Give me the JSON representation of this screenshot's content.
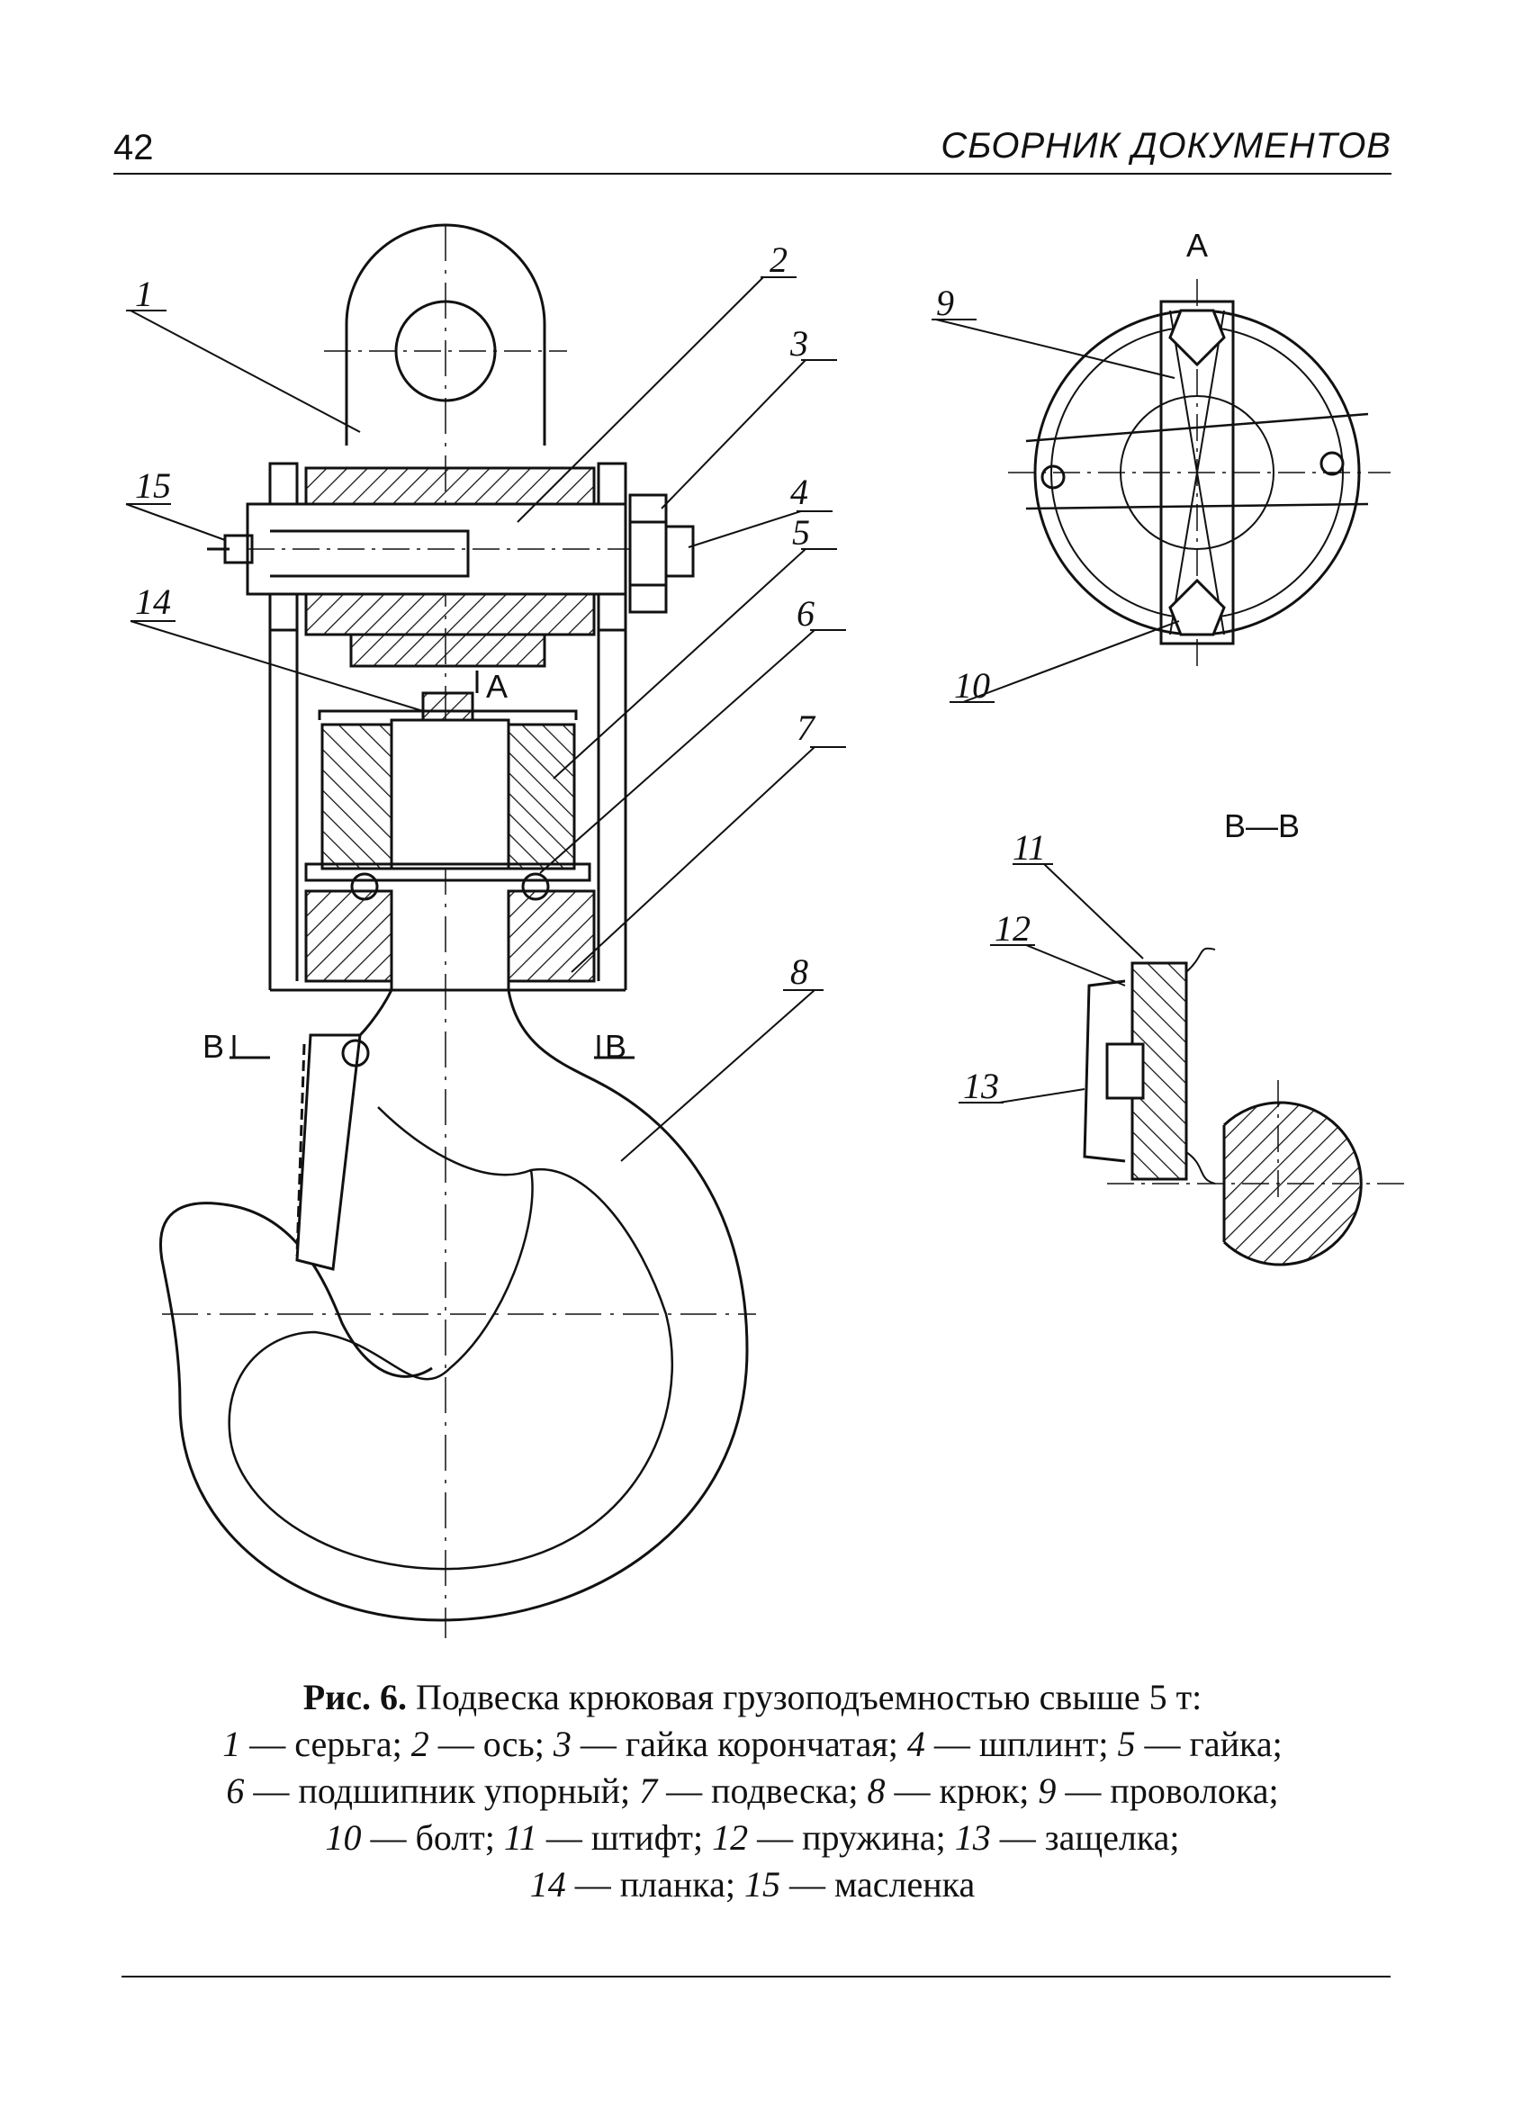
{
  "header": {
    "page_number": "42",
    "running_title": "СБОРНИК ДОКУМЕНТОВ"
  },
  "drawing": {
    "callouts": [
      "1",
      "2",
      "3",
      "4",
      "5",
      "6",
      "7",
      "8",
      "9",
      "10",
      "11",
      "12",
      "13",
      "14",
      "15"
    ],
    "view_a_label": "А",
    "view_a_marker": "А",
    "section_bb_title": "В—В",
    "section_mark_left": "В",
    "section_mark_right": "В"
  },
  "caption": {
    "label": "Рис. 6.",
    "title": " Подвеска крюковая грузоподъемностью свыше 5 т:",
    "items": [
      {
        "num": "1",
        "text": " — серьга; "
      },
      {
        "num": "2",
        "text": " — ось; "
      },
      {
        "num": "3",
        "text": " — гайка корончатая; "
      },
      {
        "num": "4",
        "text": " — шплинт; "
      },
      {
        "num": "5",
        "text": " — гайка;"
      },
      {
        "num": "6",
        "text": " — подшипник упорный; "
      },
      {
        "num": "7",
        "text": " — подвеска; "
      },
      {
        "num": "8",
        "text": " — крюк; "
      },
      {
        "num": "9",
        "text": " — проволока;"
      },
      {
        "num": "10",
        "text": " — болт; "
      },
      {
        "num": "11",
        "text": " — штифт; "
      },
      {
        "num": "12",
        "text": " — пружина; "
      },
      {
        "num": "13",
        "text": " — защелка;"
      },
      {
        "num": "14",
        "text": " — планка; "
      },
      {
        "num": "15",
        "text": " — масленка"
      }
    ]
  }
}
